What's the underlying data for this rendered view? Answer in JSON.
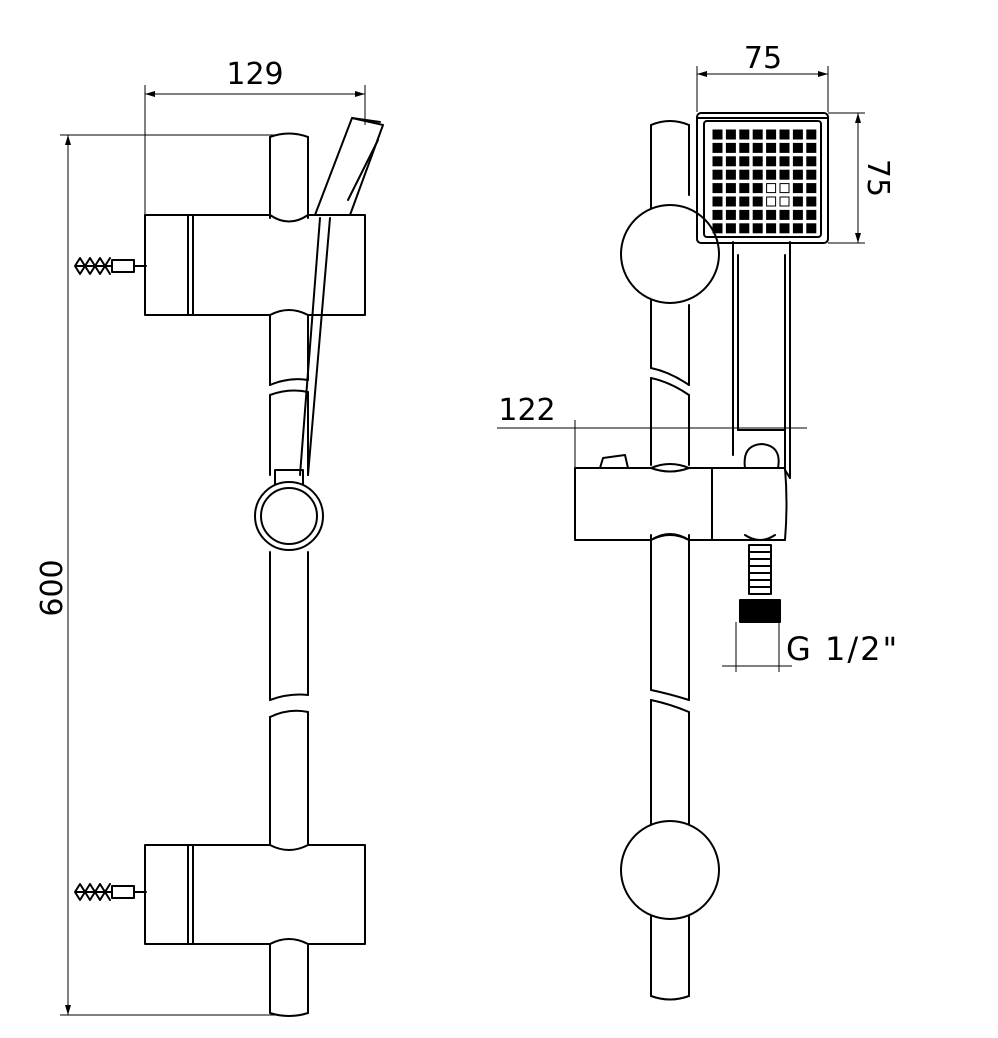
{
  "dimensions": {
    "overall_width": "129",
    "overall_height": "600",
    "head_width": "75",
    "head_height": "75",
    "projection": "122",
    "connection": "G 1/2\""
  }
}
